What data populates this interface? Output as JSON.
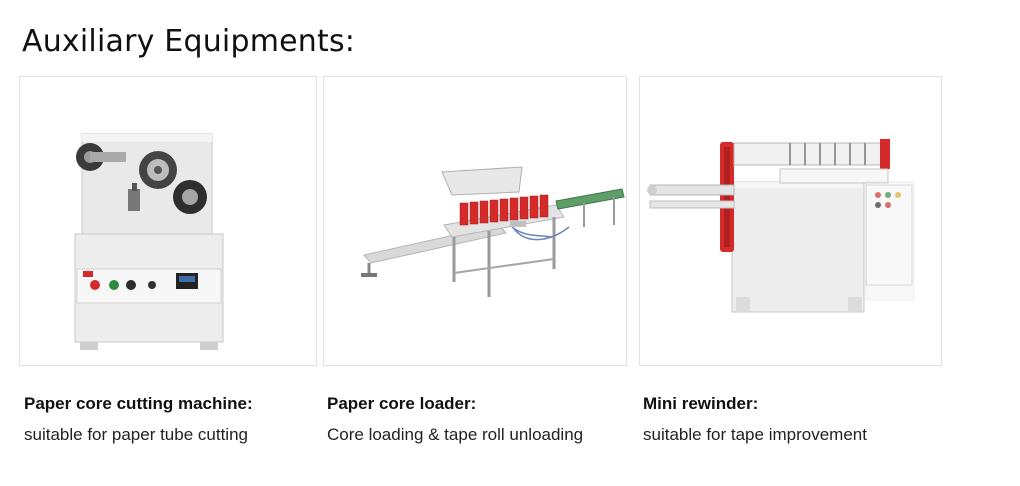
{
  "heading": "Auxiliary Equipments:",
  "products": [
    {
      "title": "Paper core cutting machine:",
      "description": "suitable for paper tube cutting"
    },
    {
      "title": "Paper core loader:",
      "description": "Core loading & tape roll unloading"
    },
    {
      "title": "Mini rewinder:",
      "description": "suitable for tape improvement"
    }
  ],
  "colors": {
    "machine_body": "#ececec",
    "accent_red": "#d42a2a",
    "panel_border": "#e2e2e2"
  }
}
